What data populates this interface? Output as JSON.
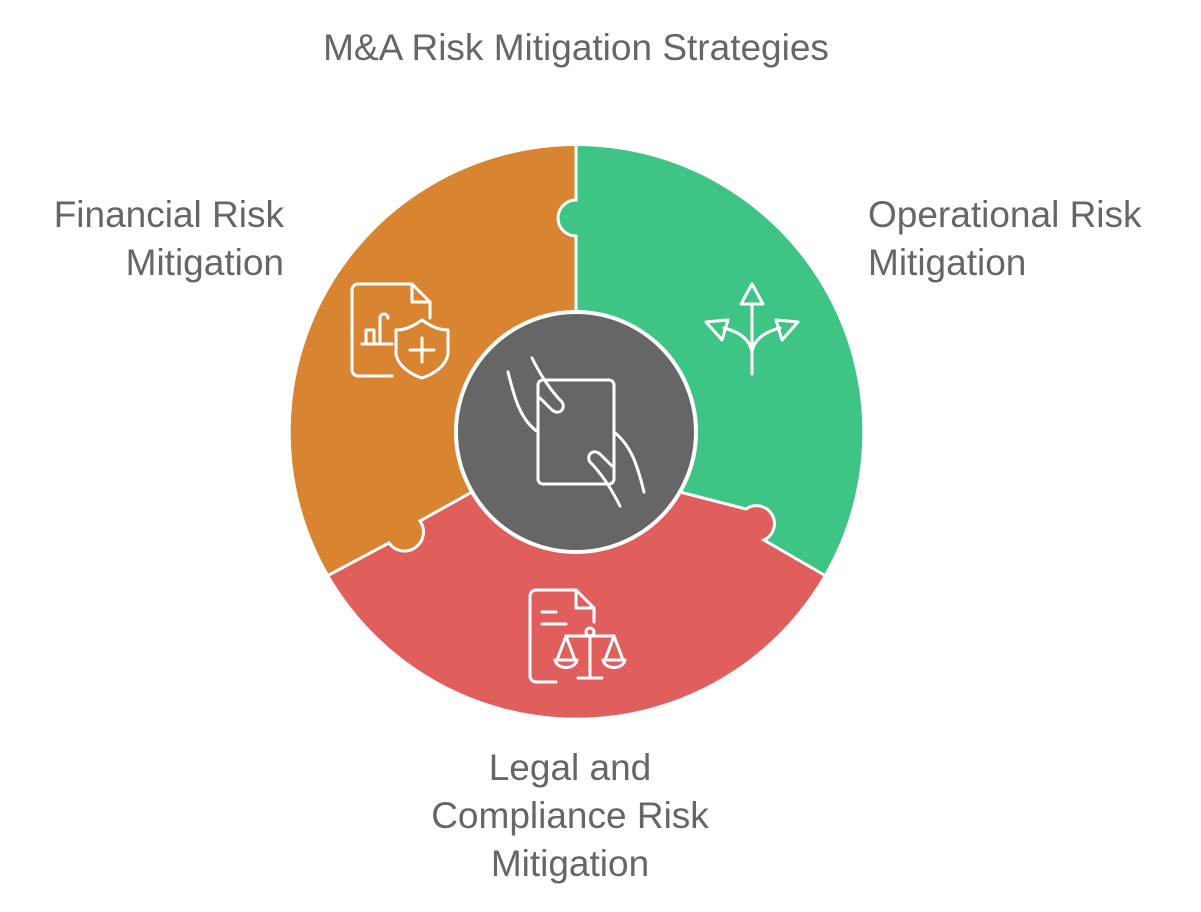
{
  "title": "M&A Risk Mitigation Strategies",
  "segments": {
    "financial": {
      "label_lines": [
        "Financial Risk",
        "Mitigation"
      ],
      "color": "#d98431",
      "icon": "financial-document-shield-icon"
    },
    "operational": {
      "label_lines": [
        "Operational Risk",
        "Mitigation"
      ],
      "color": "#3ec484",
      "icon": "branching-arrows-icon"
    },
    "legal": {
      "label_lines": [
        "Legal and",
        "Compliance Risk",
        "Mitigation"
      ],
      "color": "#e05e5c",
      "icon": "document-scales-icon"
    }
  },
  "center": {
    "color": "#666666",
    "icon": "hands-passing-document-icon"
  }
}
